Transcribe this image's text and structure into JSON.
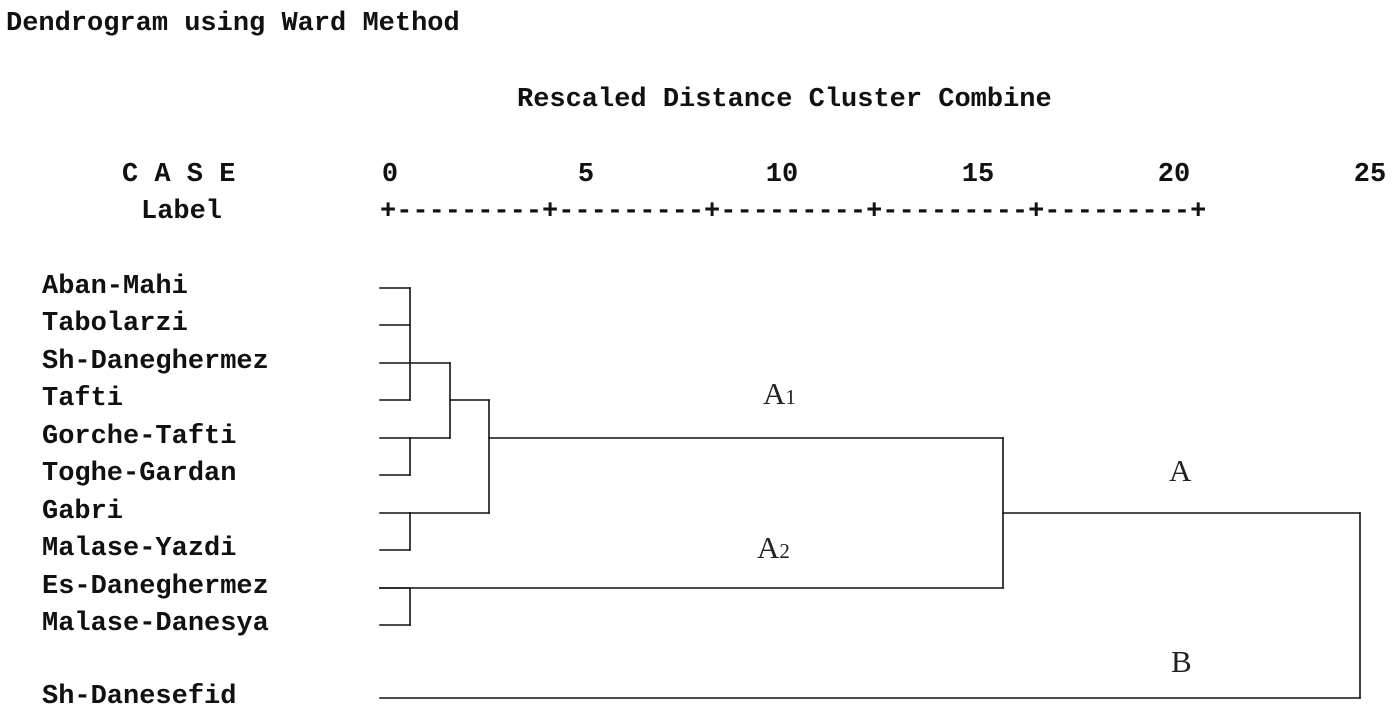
{
  "title": "Dendrogram using Ward Method",
  "axis_title": "Rescaled Distance Cluster Combine",
  "case_header": "C A S E",
  "label_header": "Label",
  "scale_ruler": "+---------+---------+---------+---------+---------+",
  "ticks": [
    {
      "label": "0",
      "value": 0
    },
    {
      "label": "5",
      "value": 5
    },
    {
      "label": "10",
      "value": 10
    },
    {
      "label": "15",
      "value": 15
    },
    {
      "label": "20",
      "value": 20
    },
    {
      "label": "25",
      "value": 25
    }
  ],
  "cases": [
    "Aban-Mahi",
    "Tabolarzi",
    "Sh-Daneghermez",
    "Tafti",
    "Gorche-Tafti",
    "Toghe-Gardan",
    "Gabri",
    "Malase-Yazdi",
    "Es-Daneghermez",
    "Malase-Danesya",
    "Sh-Danesefid"
  ],
  "merges": [
    {
      "left": "Aban-Mahi",
      "right": "Tafti",
      "distance": 0.7,
      "members": [
        "Aban-Mahi",
        "Tabolarzi",
        "Sh-Daneghermez",
        "Tafti"
      ]
    },
    {
      "left": "Gorche-Tafti",
      "right": "Toghe-Gardan",
      "distance": 0.7
    },
    {
      "left": "Gabri",
      "right": "Malase-Yazdi",
      "distance": 0.7
    },
    {
      "left": "Es-Daneghermez",
      "right": "Malase-Danesya",
      "distance": 0.7
    },
    {
      "left": "Aban-Mahi..Tafti",
      "right": "Gorche-Tafti..Toghe-Gardan",
      "distance": 1.7
    },
    {
      "left": "Aban-Mahi..Toghe-Gardan",
      "right": "Gabri..Malase-Yazdi",
      "distance": 2.7
    },
    {
      "left": "Aban-Mahi..Malase-Yazdi",
      "right": "Es-Daneghermez..Malase-Danesya",
      "distance": 15.6
    },
    {
      "left": "Aban-Mahi..Malase-Danesya",
      "right": "Sh-Danesefid",
      "distance": 24.7
    }
  ],
  "group_labels": [
    {
      "main": "A",
      "sub": "1"
    },
    {
      "main": "A",
      "sub": "2"
    },
    {
      "main": "A",
      "sub": ""
    },
    {
      "main": "B",
      "sub": ""
    }
  ],
  "colors": {
    "line": "#111111",
    "text": "#111111",
    "background": "#ffffff"
  }
}
